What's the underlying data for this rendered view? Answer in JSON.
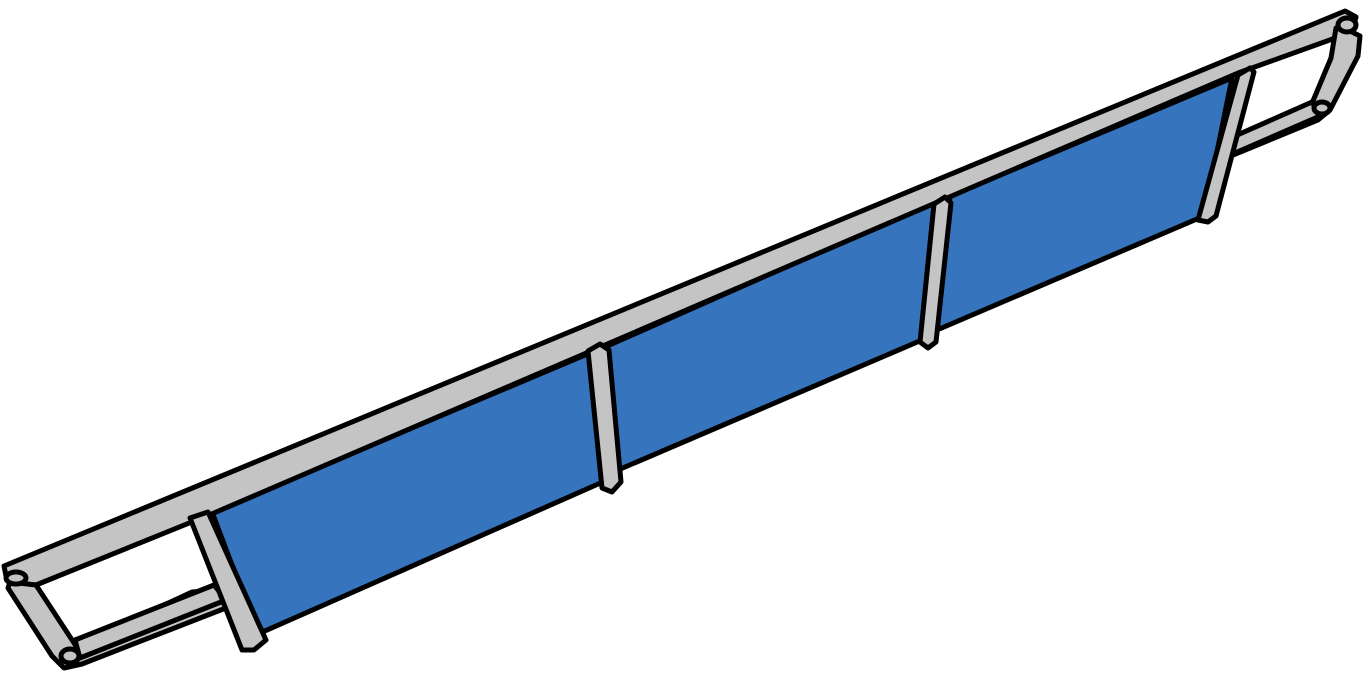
{
  "illustration": {
    "subject": "",
    "colors": {
      "frame_fill": "#c4c4c4",
      "panel_fill": "#3674be",
      "outline": "#000000",
      "background": "#ffffff"
    },
    "panel_count": 3,
    "post_count": 4,
    "open_end_frames": 2
  }
}
